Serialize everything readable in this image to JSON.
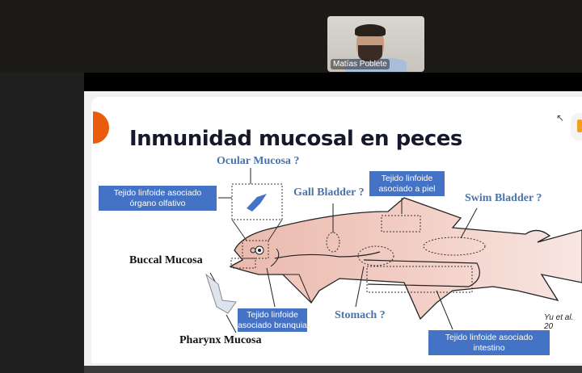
{
  "participant": {
    "name": "Matías Poblete"
  },
  "slide": {
    "title": "Inmunidad mucosal en peces",
    "labels": {
      "ocular": "Ocular Mucosa ?",
      "gall": "Gall Bladder ?",
      "swim": "Swim Bladder ?",
      "buccal": "Buccal Mucosa",
      "stomach": "Stomach ?",
      "pharynx": "Pharynx Mucosa"
    },
    "boxes": {
      "olfactory": [
        "Tejido linfoide asociado",
        "órgano olfativo"
      ],
      "skin": [
        "Tejido linfoide",
        "asociado a piel"
      ],
      "gill": [
        "Tejido linfoide",
        "asociado branquia"
      ],
      "gut": [
        "Tejido linfoide asociado",
        "intestino"
      ]
    },
    "citation": "Yu et al. 20",
    "accent_color": "#ea5b0c",
    "box_color": "#4472c4"
  }
}
